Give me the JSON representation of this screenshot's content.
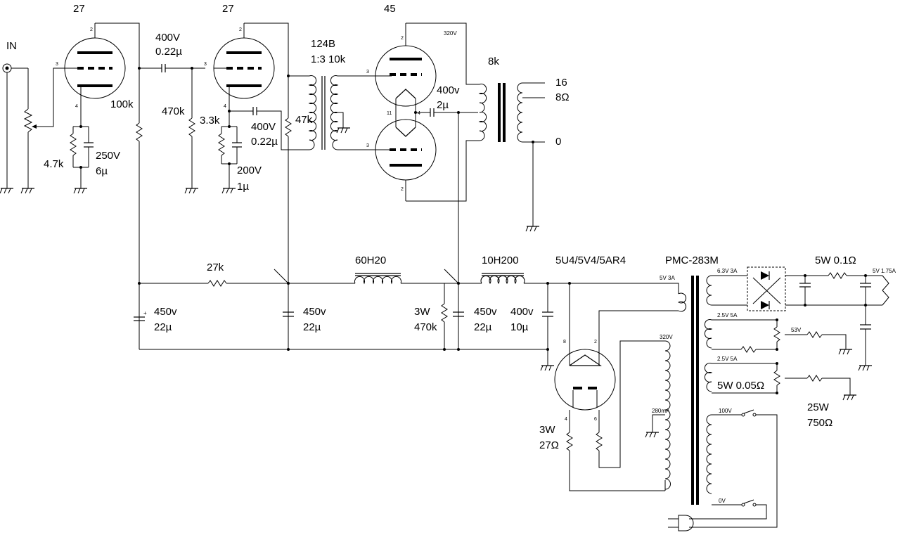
{
  "labels": {
    "in": "IN",
    "v1_type": "27",
    "v2_type": "27",
    "v3_type": "45",
    "c_coupling_v": "400V",
    "c_coupling_c": "0.22µ",
    "r_plate1": "100k",
    "r_grid2": "470k",
    "r_k1": "4.7k",
    "c_k1_v": "250V",
    "c_k1_c": "6µ",
    "r_k2": "3.3k",
    "c_fb_v": "400V",
    "c_fb_c": "0.22µ",
    "c_k2_v": "200V",
    "c_k2_c": "1µ",
    "it_name": "124B",
    "it_ratio": "1:3 10k",
    "r_47k": "47k",
    "c_out_v": "400v",
    "c_out_c": "2µ",
    "ot_imp": "8k",
    "tap_16": "16",
    "tap_8": "8Ω",
    "tap_0": "0",
    "v_plate": "320V",
    "r_27k": "27k",
    "choke1": "60H20",
    "choke2": "10H200",
    "rect": "5U4/5V4/5AR4",
    "pt": "PMC-283M",
    "res_5w": "5W 0.1Ω",
    "c1_v": "450v",
    "c1_c": "22µ",
    "c2_v": "450v",
    "c2_c": "22µ",
    "r_bleed_w": "3W",
    "r_bleed_r": "470k",
    "c3_v": "450v",
    "c3_c": "22µ",
    "c4_v": "400v",
    "c4_c": "10µ",
    "r_rect_w": "3W",
    "r_rect_r": "27Ω",
    "res_5w2": "5W 0.05Ω",
    "res_25w": "25W",
    "res_750": "750Ω",
    "sec_5v": "5V 3A",
    "sec_63": "6.3V 3A",
    "sec_25a": "2.5V 5A",
    "sec_25b": "2.5V 5A",
    "sec_320": "320V",
    "tap_280": "280mA",
    "pri_100": "100V",
    "pri_0": "0V",
    "out_5v": "5V 1.75A",
    "v_53": "53V"
  },
  "pins": {
    "p2": "2",
    "p3": "3",
    "p4": "4",
    "p6": "6",
    "p8": "8",
    "p11": "11",
    "p4b": "4"
  },
  "colors": {
    "ink": "#000000",
    "background": "#ffffff"
  }
}
